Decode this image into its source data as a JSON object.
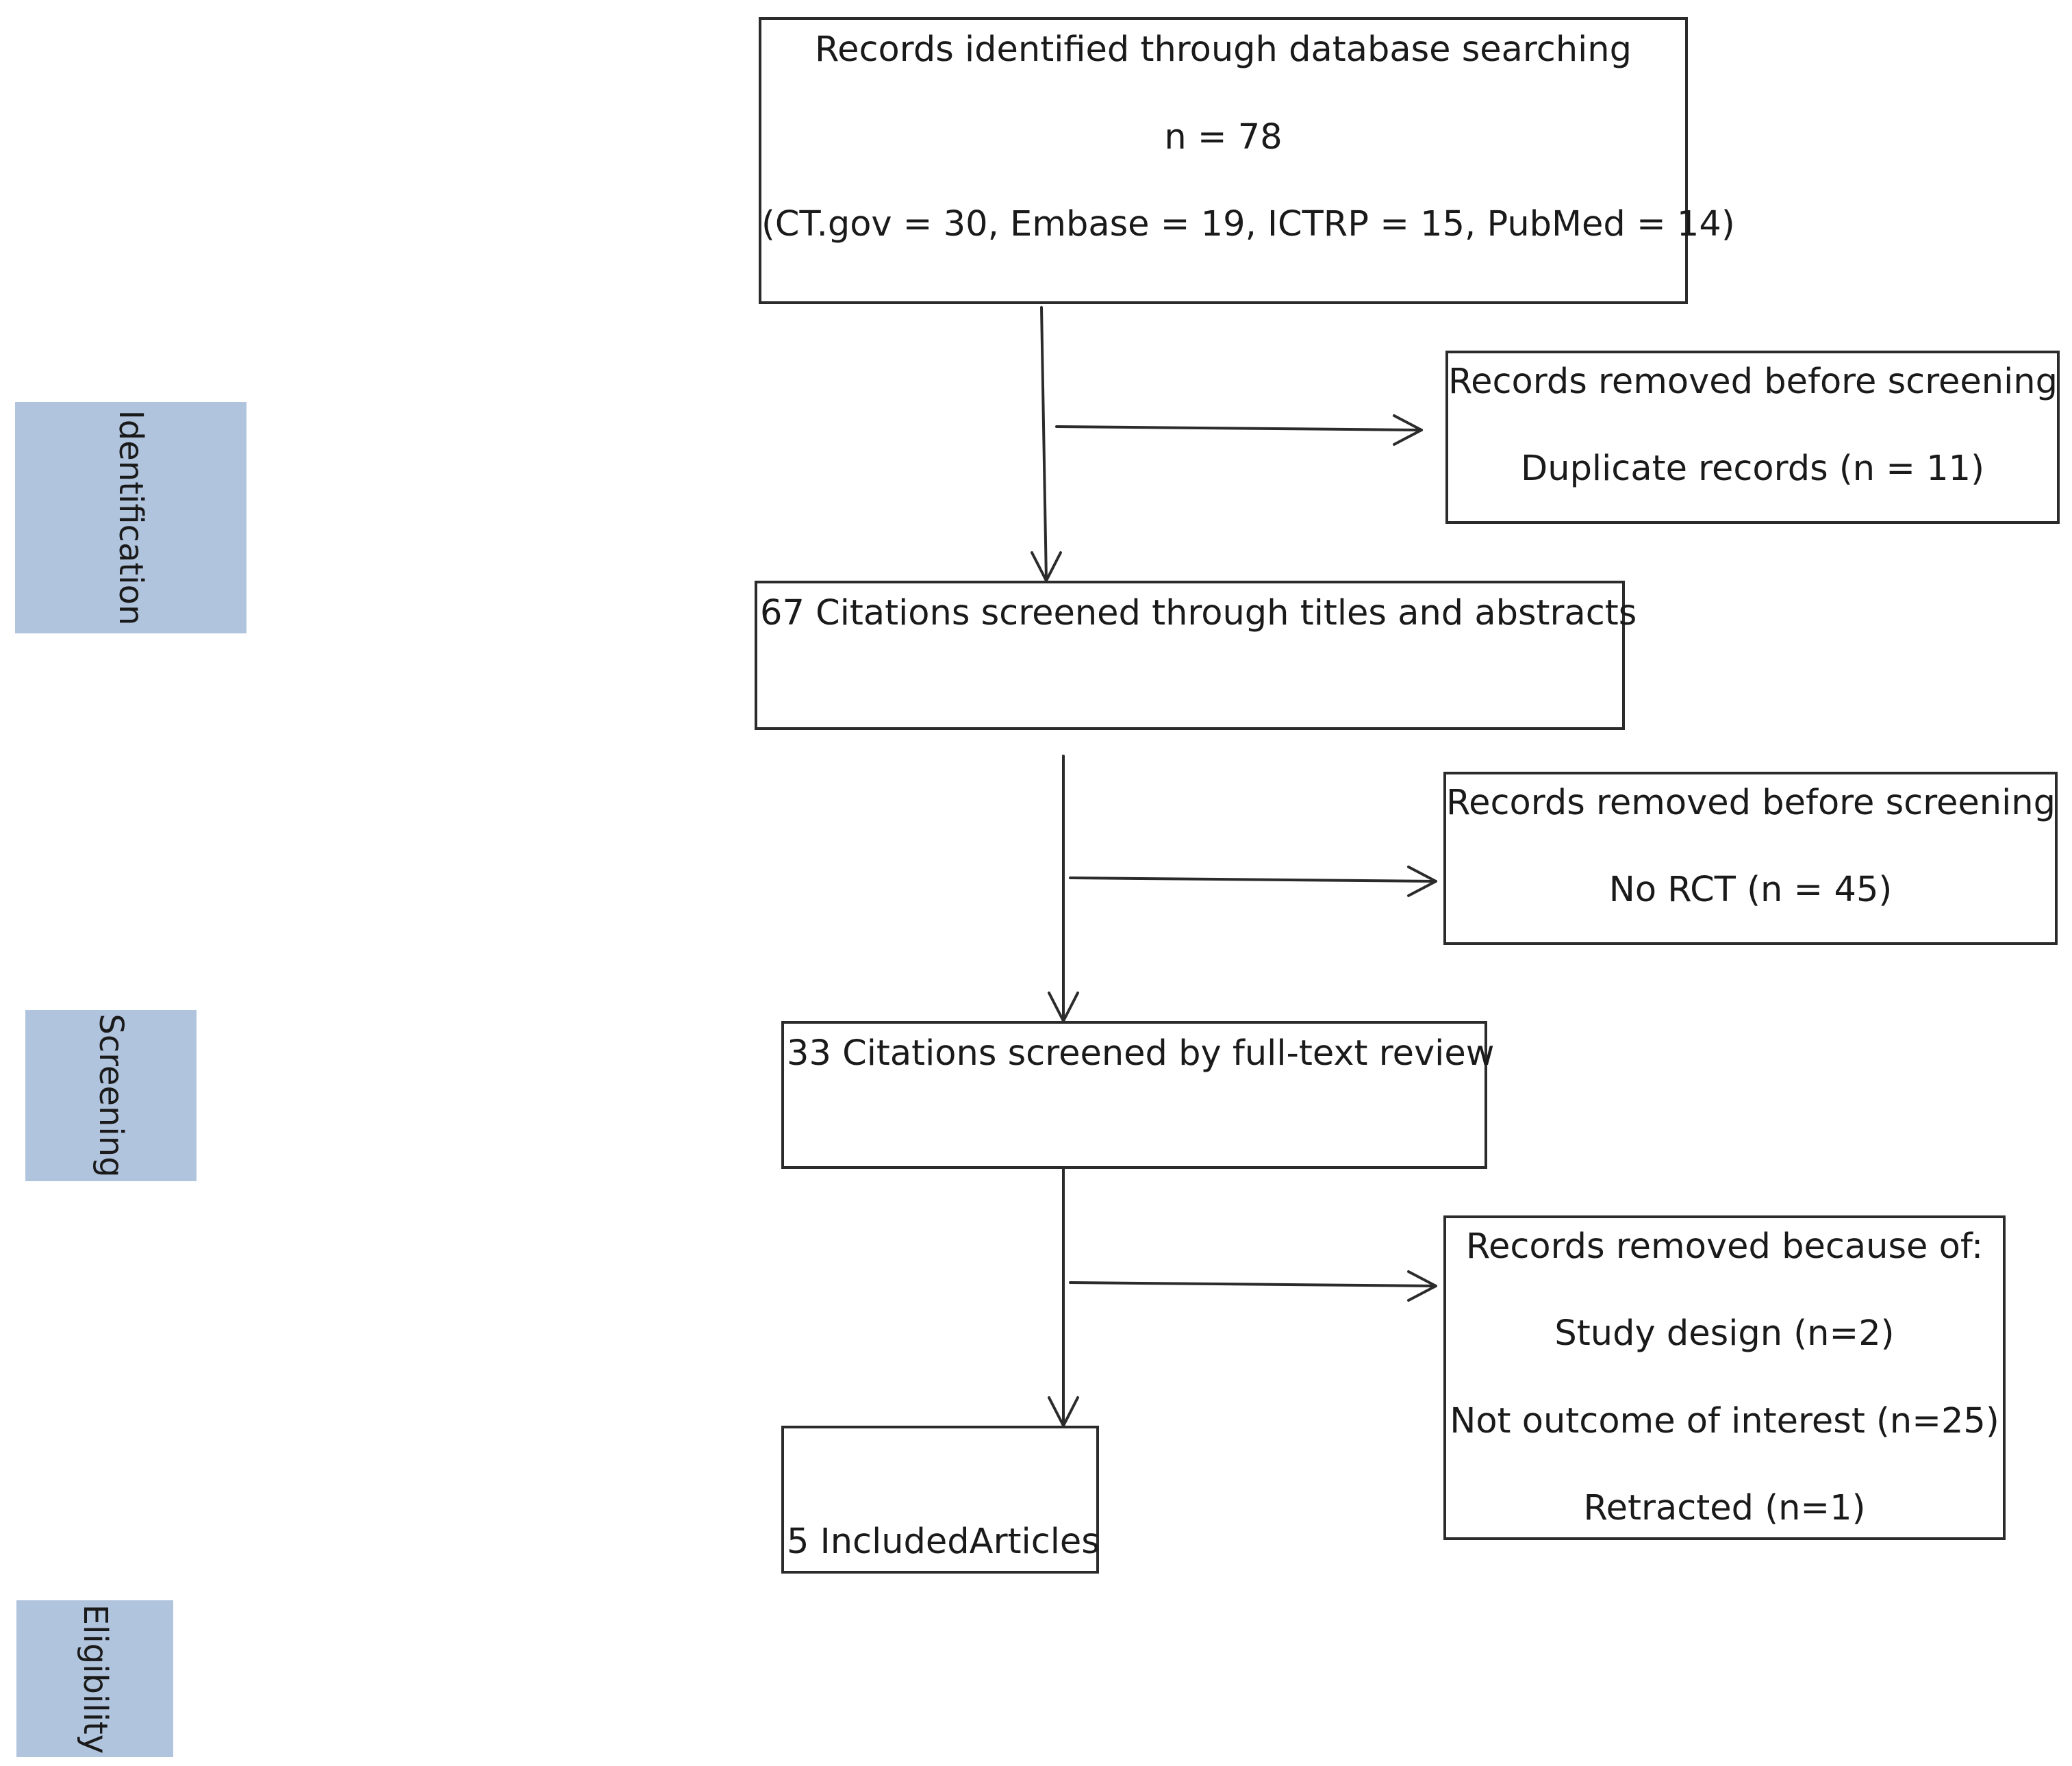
{
  "stages": {
    "identification": "Identification",
    "screening": "Screening",
    "eligibility": "Eligibility"
  },
  "boxes": {
    "identified": {
      "line1": "Records identified through database searching",
      "line2": "n = 78",
      "line3": "(CT.gov = 30, Embase = 19, ICTRP = 15, PubMed = 14)"
    },
    "removed_duplicates": {
      "line1": "Records removed before screening",
      "line2": "Duplicate records (n = 11)"
    },
    "screened_titles": {
      "line1": "67 Citations screened through titles and abstracts"
    },
    "removed_no_rct": {
      "line1": "Records removed before screening",
      "line2": "No RCT (n = 45)"
    },
    "screened_fulltext": {
      "line1": "33 Citations screened by full-text review"
    },
    "removed_reasons": {
      "line1": "Records removed because of:",
      "line2": "Study design (n=2)",
      "line3": "Not outcome of interest (n=25)",
      "line4": "Retracted (n=1)"
    },
    "included": {
      "line1": "5 IncludedArticles"
    }
  },
  "colors": {
    "stage_fill": "#b1c4de",
    "border": "#2b2b2b"
  }
}
